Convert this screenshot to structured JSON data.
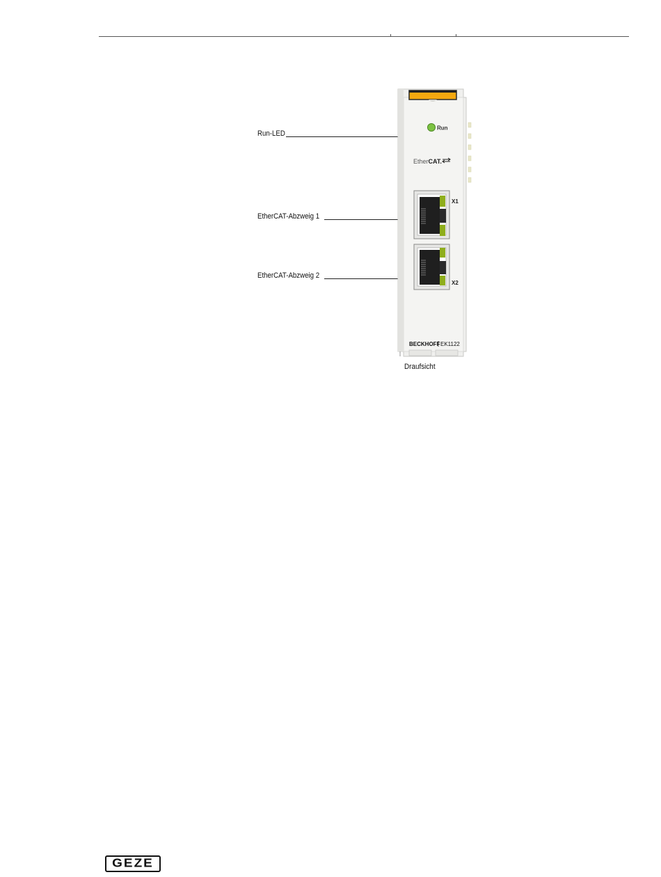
{
  "figure": {
    "callouts": [
      {
        "id": "run-led",
        "label": "Run-LED"
      },
      {
        "id": "ethercat-branch-1",
        "label": "EtherCAT-Abzweig 1"
      },
      {
        "id": "ethercat-branch-2",
        "label": "EtherCAT-Abzweig 2"
      }
    ],
    "device": {
      "led_label": "Run",
      "ethercat_prefix": "Ether",
      "ethercat_suffix": "CAT.",
      "port_1_label": "X1",
      "port_2_label": "X2",
      "brand": "BECKHOFF",
      "model": "EK1122",
      "led_color": "#7cc242",
      "top_bar_color": "#f5a80f",
      "port_led_color": "#8fae1b"
    },
    "caption": "Draufsicht"
  },
  "footer": {
    "logo_text": "GEZE"
  }
}
